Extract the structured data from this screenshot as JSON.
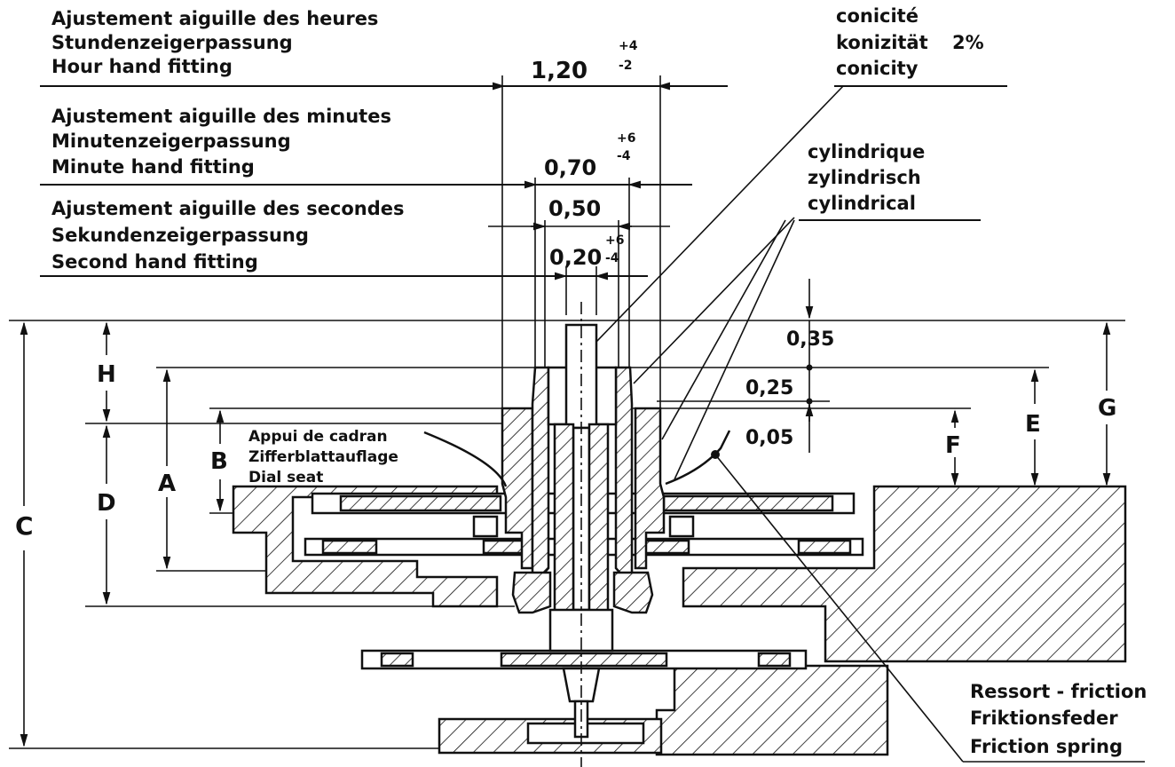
{
  "labels": {
    "hour": [
      "Ajustement aiguille des heures",
      "Stundenzeigerpassung",
      "Hour hand fitting"
    ],
    "minute": [
      "Ajustement aiguille des minutes",
      "Minutenzeigerpassung",
      "Minute hand fitting"
    ],
    "second": [
      "Ajustement aiguille des secondes",
      "Sekundenzeigerpassung",
      "Second hand fitting"
    ],
    "conicity": [
      "conicité",
      "konizität",
      "2%",
      "conicity"
    ],
    "cylindrical": [
      "cylindrique",
      "zylindrisch",
      "cylindrical"
    ],
    "dial_seat": [
      "Appui de cadran",
      "Zifferblattauflage",
      "Dial seat"
    ],
    "friction_spring": [
      "Ressort - friction",
      "Friktionsfeder",
      "Friction spring"
    ]
  },
  "dimensions": {
    "hour": {
      "value": "1,20",
      "upper": "+4",
      "lower": "-2"
    },
    "minute": {
      "value": "0,70",
      "upper": "+6",
      "lower": "-4"
    },
    "second_outer": {
      "value": "0,50"
    },
    "second": {
      "value": "0,20",
      "upper": "+6",
      "lower": "-4"
    },
    "v1": "0,35",
    "v2": "0,25",
    "v3": "0,05"
  },
  "letters": {
    "H": "H",
    "A": "A",
    "B": "B",
    "C": "C",
    "D": "D",
    "E": "E",
    "F": "F",
    "G": "G"
  }
}
